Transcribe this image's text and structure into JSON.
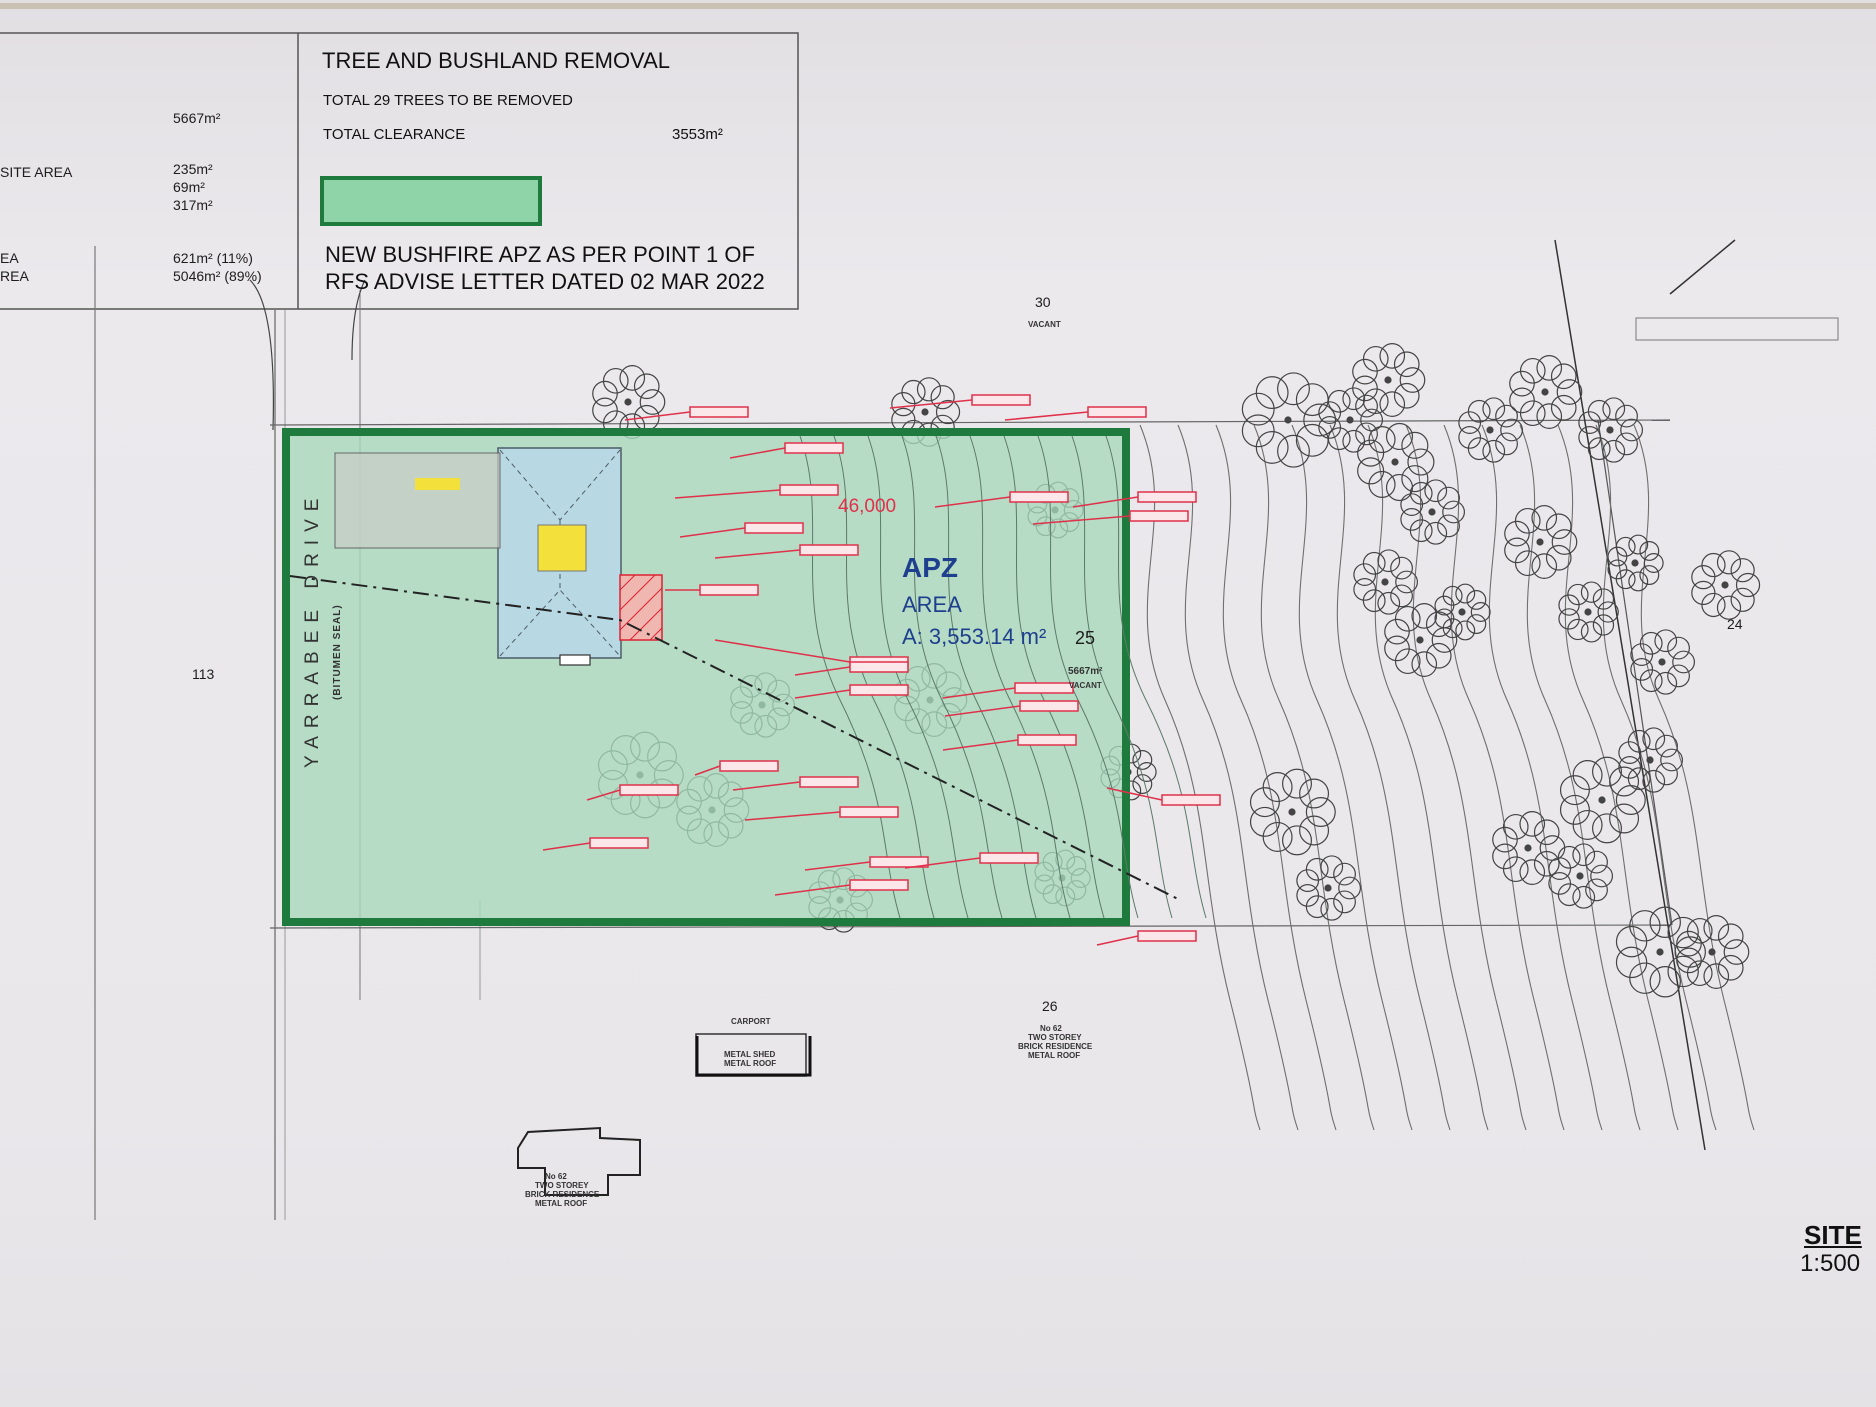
{
  "legend": {
    "title": "TREE AND BUSHLAND REMOVAL",
    "trees_line": "TOTAL 29 TREES TO BE REMOVED",
    "clearance_label": "TOTAL CLEARANCE",
    "clearance_value": "3553m²",
    "apz_note_line1": "NEW BUSHFIRE APZ AS PER POINT 1 OF",
    "apz_note_line2": "RFS ADVISE LETTER DATED 02 MAR 2022",
    "apz_swatch_color": "#8fd3a8"
  },
  "area_table": {
    "site_area_label": "SITE AREA",
    "ea_label": "EA",
    "rea_label": "REA",
    "value_total": "5667m²",
    "value_235": "235m²",
    "value_69": "69m²",
    "value_317": "317m²",
    "value_621": "621m² (11%)",
    "value_5046": "5046m² (89%)"
  },
  "apz_area": {
    "title": "APZ",
    "subtitle": "AREA",
    "area": "A: 3,553.14 m²",
    "callout": "46,000",
    "boundary_color": "#1f7a3d",
    "fill_color": "#a7d9bb"
  },
  "lots": {
    "lot25": "25",
    "lot25_status": "VACANT",
    "lot25_area": "5667m²",
    "lot30": "30",
    "lot30_status": "VACANT",
    "lot24": "24",
    "lot26": "26",
    "lot26_desc1": "No 62",
    "lot26_desc2": "TWO STOREY",
    "lot26_desc3": "BRICK RESIDENCE",
    "lot26_desc4": "METAL ROOF",
    "lot113": "113",
    "carport": "CARPORT",
    "metal_shed1": "METAL SHED",
    "metal_shed2": "METAL ROOF",
    "house_desc1": "No 62",
    "house_desc2": "TWO STOREY",
    "house_desc3": "BRICK RESIDENCE",
    "house_desc4": "METAL ROOF"
  },
  "road": {
    "name": "YARRABEE DRIVE",
    "surface": "(BITUMEN SEAL)"
  },
  "title_block": {
    "site": "SITE",
    "scale": "1:500"
  },
  "colors": {
    "tag_red": "#e0314a",
    "contour": "#6f6f6f",
    "boundary": "#555555"
  }
}
